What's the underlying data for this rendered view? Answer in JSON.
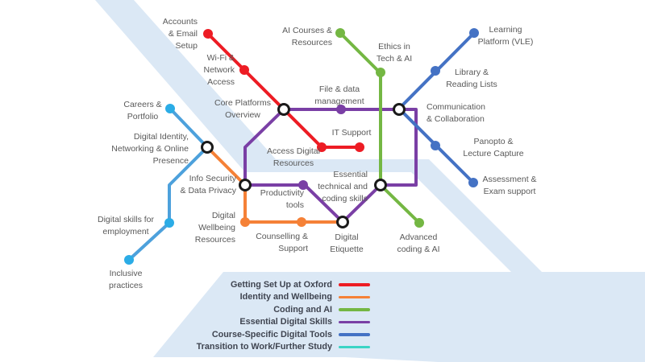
{
  "legend": {
    "items": [
      {
        "label": "Getting Set Up at Oxford",
        "color": "#ed1c24"
      },
      {
        "label": "Identity and Wellbeing",
        "color": "#f58137"
      },
      {
        "label": "Coding and AI",
        "color": "#74b743"
      },
      {
        "label": "Essential Digital Skills",
        "color": "#7a3fa5"
      },
      {
        "label": "Course-Specific Digital Tools",
        "color": "#4472c4"
      },
      {
        "label": "Transition to Work/Further Study",
        "color": "#3bd4c5"
      }
    ]
  },
  "map_colors": {
    "river_band": "#dbe8f5",
    "legend_panel": "#dbe8f5",
    "transition_line_on_map": "#4da1dc",
    "transition_station_dot": "#2bace6",
    "interchange_ring": "#1a1a1a",
    "station_label_text": "#595959",
    "legend_label_text": "#3f4450"
  },
  "stations": {
    "accounts": {
      "lines": [
        "Accounts",
        "& Email",
        "Setup"
      ]
    },
    "wifi": {
      "lines": [
        "Wi-Fi &",
        "Network",
        "Access"
      ]
    },
    "ai_courses": {
      "lines": [
        "AI Courses &",
        "Resources"
      ]
    },
    "ethics": {
      "lines": [
        "Ethics in",
        "Tech & AI"
      ]
    },
    "learning": {
      "lines": [
        "Learning",
        "Platform (VLE)"
      ]
    },
    "library": {
      "lines": [
        "Library &",
        "Reading Lists"
      ]
    },
    "careers": {
      "lines": [
        "Careers &",
        "Portfolio"
      ]
    },
    "core_platforms": {
      "lines": [
        "Core Platforms",
        "Overview"
      ]
    },
    "file_data": {
      "lines": [
        "File & data",
        "management"
      ]
    },
    "communication": {
      "lines": [
        "Communication",
        "& Collaboration"
      ]
    },
    "digital_identity": {
      "lines": [
        "Digital Identity,",
        "Networking & Online",
        "Presence"
      ]
    },
    "access_digital": {
      "lines": [
        "Access Digital",
        "Resources"
      ]
    },
    "it_support": {
      "lines": [
        "IT Support"
      ]
    },
    "panopto": {
      "lines": [
        "Panopto &",
        "Lecture Capture"
      ]
    },
    "assessment": {
      "lines": [
        "Assessment &",
        "Exam support"
      ]
    },
    "info_security": {
      "lines": [
        "Info Security",
        "& Data Privacy"
      ]
    },
    "productivity": {
      "lines": [
        "Productivity",
        "tools"
      ]
    },
    "essential": {
      "lines": [
        "Essential",
        "technical and",
        "coding skills"
      ]
    },
    "employment": {
      "lines": [
        "Digital skills for",
        "employment"
      ]
    },
    "wellbeing": {
      "lines": [
        "Digital",
        "Wellbeing",
        "Resources"
      ]
    },
    "counselling": {
      "lines": [
        "Counselling &",
        "Support"
      ]
    },
    "etiquette": {
      "lines": [
        "Digital",
        "Etiquette"
      ]
    },
    "advanced": {
      "lines": [
        "Advanced",
        "coding & AI"
      ]
    },
    "inclusive": {
      "lines": [
        "Inclusive",
        "practices"
      ]
    }
  }
}
